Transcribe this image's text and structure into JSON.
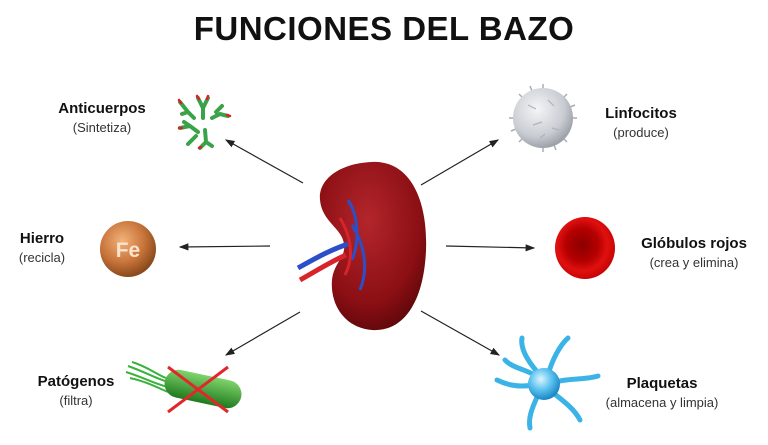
{
  "title": "FUNCIONES DEL BAZO",
  "center": "spleen",
  "functions": [
    {
      "name": "Anticuerpos",
      "action": "(Sintetiza)",
      "icon": "antibody-icon"
    },
    {
      "name": "Hierro",
      "action": "(recicla)",
      "icon": "iron-icon",
      "icon_text": "Fe"
    },
    {
      "name": "Patógenos",
      "action": "(filtra)",
      "icon": "pathogen-crossed-icon"
    },
    {
      "name": "Linfocitos",
      "action": "(produce)",
      "icon": "lymphocyte-icon"
    },
    {
      "name": "Glóbulos rojos",
      "action": "(crea y elimina)",
      "icon": "red-blood-cell-icon"
    },
    {
      "name": "Plaquetas",
      "action": "(almacena y limpia)",
      "icon": "platelet-icon"
    }
  ],
  "colors": {
    "spleen": "#8b0f14",
    "vein": "#2a4fc9",
    "artery": "#d8232a",
    "antibody": "#3aa34a",
    "iron": "#c06a2a",
    "rbc": "#d10a0a",
    "platelet": "#3bb3e6",
    "cross": "#e0282c"
  }
}
